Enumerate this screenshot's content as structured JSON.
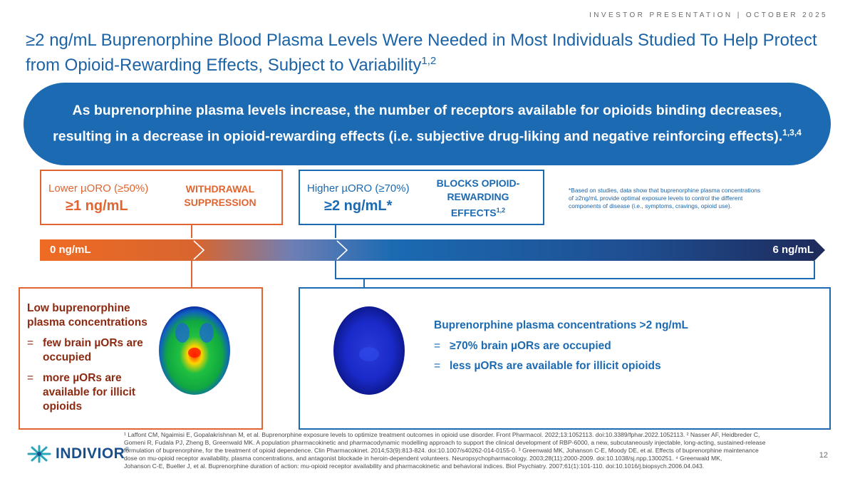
{
  "header": {
    "tag": "INVESTOR PRESENTATION | OCTOBER 2025"
  },
  "title": {
    "text": "≥2 ng/mL Buprenorphine Blood Plasma Levels Were Needed in Most Individuals Studied To Help Protect from Opioid-Rewarding Effects, Subject to Variability",
    "sup": "1,2"
  },
  "banner": {
    "text": "As buprenorphine plasma levels increase, the number of receptors available for opioids binding decreases, resulting in a decrease in opioid-rewarding effects (i.e. subjective drug-liking and negative reinforcing effects).",
    "sup": "1,3,4"
  },
  "lower_box": {
    "label": "Lower µORO (≥50%)",
    "value": "≥1 ng/mL",
    "caption_line1": "WITHDRAWAL",
    "caption_line2": "SUPPRESSION"
  },
  "higher_box": {
    "label": "Higher µORO (≥70%)",
    "value": "≥2 ng/mL*",
    "caption_line1": "BLOCKS OPIOID-",
    "caption_line2": "REWARDING",
    "caption_line3": "EFFECTS",
    "caption_sup": "1,2"
  },
  "footnote_star": {
    "line1": "*Based on studies, data show that buprenorphine plasma concentrations",
    "line2": "of ≥2ng/mL provide optimal exposure levels to control the different",
    "line3": "components of disease (i.e., symptoms, cravings, opioid use)."
  },
  "scale_bar": {
    "left_label": "0 ng/mL",
    "right_label": "6 ng/mL"
  },
  "low_panel": {
    "heading": "Low buprenorphine plasma concentrations",
    "bullet_marker": "=",
    "bullets": [
      "few brain µORs are occupied",
      "more µORs are available for illicit opioids"
    ]
  },
  "high_panel": {
    "heading": "Buprenorphine plasma concentrations >2 ng/mL",
    "bullet_marker": "=",
    "bullets": [
      "≥70% brain µORs are occupied",
      "less µORs are available for illicit opioids"
    ]
  },
  "references": {
    "line1": "¹ Laffont CM, Ngaimisi E, Gopalakrishnan M, et al. Buprenorphine exposure levels to optimize treatment outcomes in opioid use disorder. Front Pharmacol. 2022;13:1052113. doi:10.3389/fphar.2022.1052113. ² Nasser AF, Heidbreder C,",
    "line2": "Gomeni R, Fudala PJ, Zheng B, Greenwald MK. A population pharmacokinetic and pharmacodynamic modelling approach to support the clinical development of RBP-6000, a new, subcutaneously injectable, long-acting, sustained-release",
    "line3": "formulation of buprenorphine, for the treatment of opioid dependence. Clin Pharmacokinet. 2014;53(9):813-824. doi:10.1007/s40262-014-0155-0. ³ Greenwald MK, Johanson C-E, Moody DE, et al. Effects of buprenorphine maintenance",
    "line4": "dose on mu-opioid receptor availability, plasma concentrations, and antagonist blockade in heroin-dependent volunteers. Neuropsychopharmacology. 2003;28(11):2000-2009. doi:10.1038/sj.npp.1300251. ⁴ Greenwald MK,",
    "line5": "Johanson C-E, Bueller J, et al. Buprenorphine duration of action: mu-opioid receptor availability and pharmacokinetic and behavioral indices. Biol Psychiatry. 2007;61(1):101-110. doi:10.1016/j.biopsych.2006.04.043."
  },
  "logo": {
    "text": "INDIVIOR",
    "icon": "indivior-logo-icon",
    "registered": "®"
  },
  "page_number": "12",
  "colors": {
    "primary_blue": "#1b6ab2",
    "orange": "#e06530",
    "dark_navy": "#1e2a5a",
    "dark_red_text": "#8c2a12"
  }
}
